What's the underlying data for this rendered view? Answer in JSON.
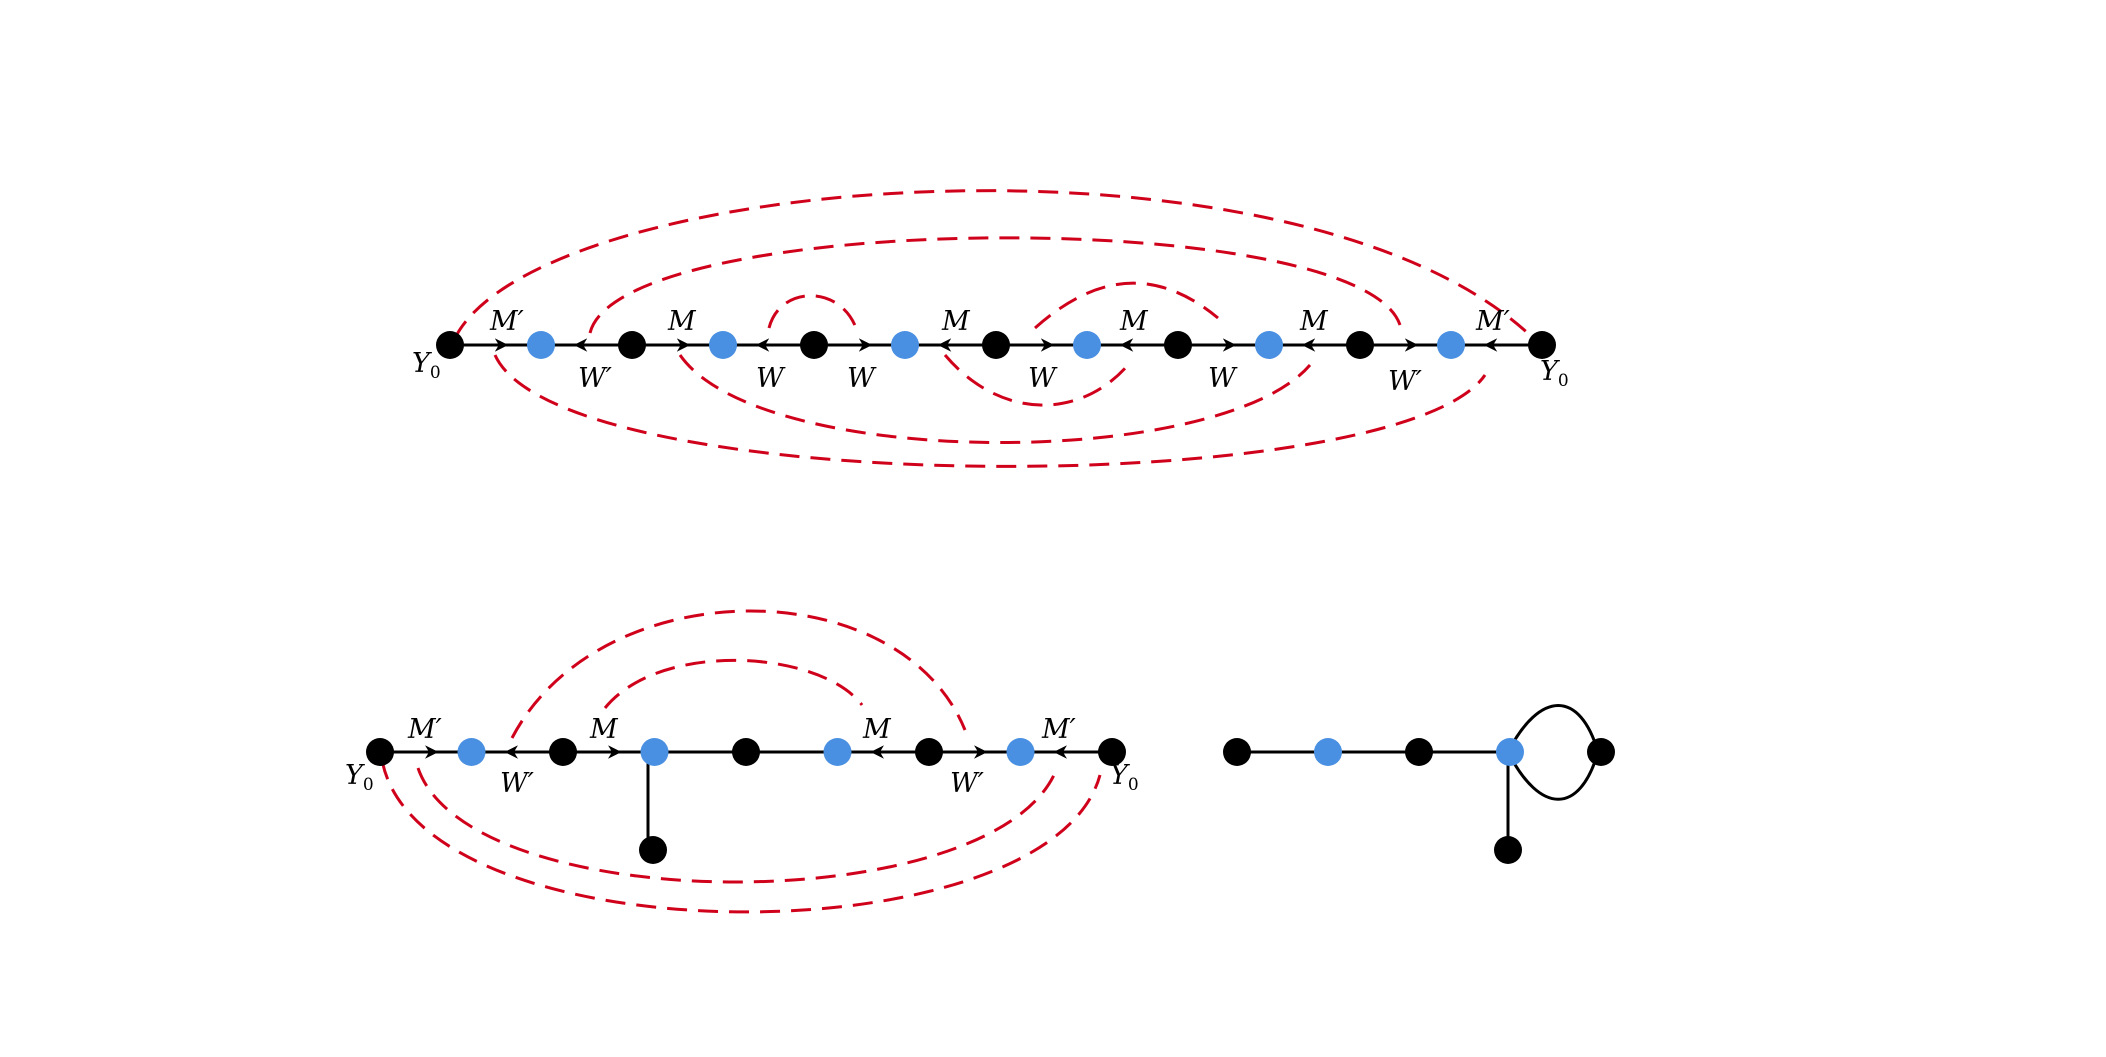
{
  "colors": {
    "black_node": "#000000",
    "blue_node": "#4a90e2",
    "edge": "#000000",
    "dashed": "#d0021b",
    "background": "#ffffff"
  },
  "labels": {
    "Mp": "M′",
    "Wp": "W′",
    "M": "M",
    "W": "W",
    "Y": "Y",
    "Y_sub": "0"
  },
  "diagram1": {
    "nodes": [
      "black",
      "blue",
      "black",
      "blue",
      "black",
      "blue",
      "black",
      "blue",
      "black",
      "blue",
      "black",
      "blue",
      "black"
    ],
    "arrows": [
      "forward",
      "backward",
      "forward",
      "backward",
      "forward",
      "backward",
      "forward",
      "backward",
      "forward",
      "backward",
      "forward",
      "backward"
    ],
    "top_labels": [
      "M′",
      "",
      "M",
      "",
      "",
      "M",
      "",
      "M",
      "",
      "M",
      "",
      "M′"
    ],
    "bottom_labels": [
      "",
      "W′",
      "",
      "W",
      "W",
      "",
      "W",
      "",
      "W",
      "",
      "W′",
      ""
    ],
    "ends": [
      "Y₀",
      "Y₀"
    ]
  },
  "diagram2": {
    "nodes": [
      "black",
      "blue",
      "black",
      "blue",
      "black",
      "blue",
      "black",
      "blue",
      "black"
    ],
    "pendant": "black",
    "top_labels": [
      "M′",
      "",
      "M",
      "",
      "",
      "M",
      "",
      "M′"
    ],
    "bottom_labels": [
      "",
      "W′",
      "",
      "",
      "",
      "",
      "W′",
      ""
    ],
    "ends": [
      "Y₀",
      "Y₀"
    ]
  },
  "diagram3": {
    "nodes": [
      "black",
      "blue",
      "black",
      "blue",
      "black"
    ],
    "pendant": "black",
    "double_edge": true
  }
}
